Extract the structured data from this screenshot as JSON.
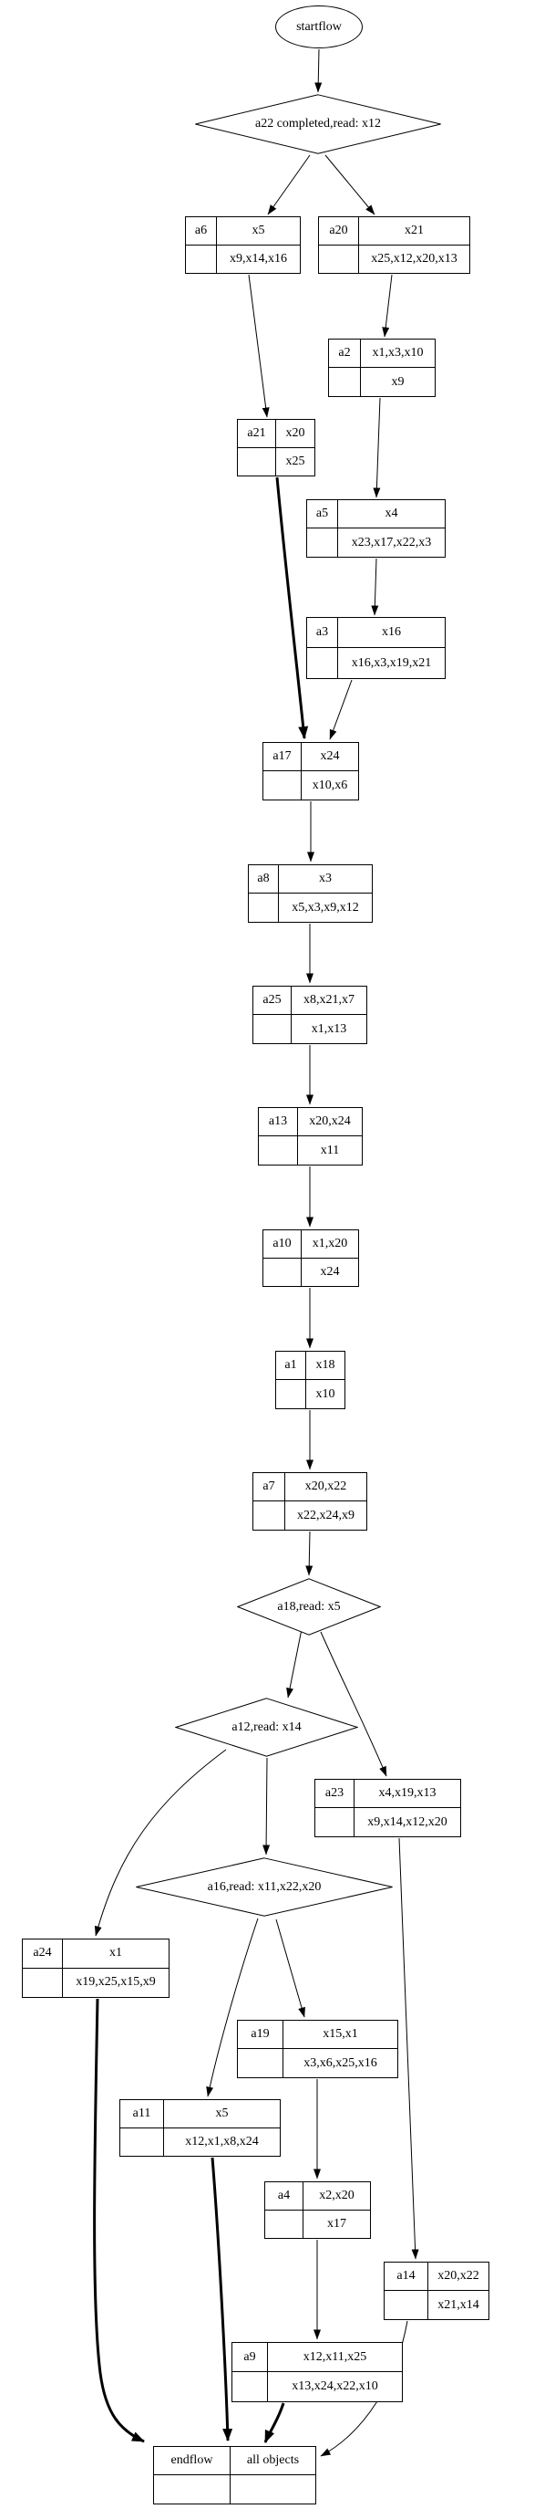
{
  "start": {
    "label": "startflow"
  },
  "end": {
    "id": "endflow",
    "value": "all objects"
  },
  "decisions": {
    "a22": "a22 completed,read: x12",
    "a18": "a18,read: x5",
    "a12": "a12,read: x14",
    "a16": "a16,read: x11,x22,x20"
  },
  "actions": {
    "a6": {
      "id": "a6",
      "reads": "x5",
      "writes": "x9,x14,x16"
    },
    "a20": {
      "id": "a20",
      "reads": "x21",
      "writes": "x25,x12,x20,x13"
    },
    "a2": {
      "id": "a2",
      "reads": "x1,x3,x10",
      "writes": "x9"
    },
    "a21": {
      "id": "a21",
      "reads": "x20",
      "writes": "x25"
    },
    "a5": {
      "id": "a5",
      "reads": "x4",
      "writes": "x23,x17,x22,x3"
    },
    "a3": {
      "id": "a3",
      "reads": "x16",
      "writes": "x16,x3,x19,x21"
    },
    "a17": {
      "id": "a17",
      "reads": "x24",
      "writes": "x10,x6"
    },
    "a8": {
      "id": "a8",
      "reads": "x3",
      "writes": "x5,x3,x9,x12"
    },
    "a25": {
      "id": "a25",
      "reads": "x8,x21,x7",
      "writes": "x1,x13"
    },
    "a13": {
      "id": "a13",
      "reads": "x20,x24",
      "writes": "x11"
    },
    "a10": {
      "id": "a10",
      "reads": "x1,x20",
      "writes": "x24"
    },
    "a1": {
      "id": "a1",
      "reads": "x18",
      "writes": "x10"
    },
    "a7": {
      "id": "a7",
      "reads": "x20,x22",
      "writes": "x22,x24,x9"
    },
    "a23": {
      "id": "a23",
      "reads": "x4,x19,x13",
      "writes": "x9,x14,x12,x20"
    },
    "a24": {
      "id": "a24",
      "reads": "x1",
      "writes": "x19,x25,x15,x9"
    },
    "a19": {
      "id": "a19",
      "reads": "x15,x1",
      "writes": "x3,x6,x25,x16"
    },
    "a11": {
      "id": "a11",
      "reads": "x5",
      "writes": "x12,x1,x8,x24"
    },
    "a4": {
      "id": "a4",
      "reads": "x2,x20",
      "writes": "x17"
    },
    "a14": {
      "id": "a14",
      "reads": "x20,x22",
      "writes": "x21,x14"
    },
    "a9": {
      "id": "a9",
      "reads": "x12,x11,x25",
      "writes": "x13,x24,x22,x10"
    }
  },
  "edges": [
    {
      "from": "startflow",
      "to": "a22",
      "bold": false
    },
    {
      "from": "a22",
      "to": "a6",
      "bold": false
    },
    {
      "from": "a22",
      "to": "a20",
      "bold": false
    },
    {
      "from": "a6",
      "to": "a21",
      "bold": false
    },
    {
      "from": "a20",
      "to": "a2",
      "bold": false
    },
    {
      "from": "a2",
      "to": "a5",
      "bold": false
    },
    {
      "from": "a5",
      "to": "a3",
      "bold": false
    },
    {
      "from": "a3",
      "to": "a17",
      "bold": false
    },
    {
      "from": "a21",
      "to": "a17",
      "bold": true
    },
    {
      "from": "a17",
      "to": "a8",
      "bold": false
    },
    {
      "from": "a8",
      "to": "a25",
      "bold": false
    },
    {
      "from": "a25",
      "to": "a13",
      "bold": false
    },
    {
      "from": "a13",
      "to": "a10",
      "bold": false
    },
    {
      "from": "a10",
      "to": "a1",
      "bold": false
    },
    {
      "from": "a1",
      "to": "a7",
      "bold": false
    },
    {
      "from": "a7",
      "to": "a18",
      "bold": false
    },
    {
      "from": "a18",
      "to": "a12",
      "bold": false
    },
    {
      "from": "a18",
      "to": "a23",
      "bold": false
    },
    {
      "from": "a12",
      "to": "a16",
      "bold": false
    },
    {
      "from": "a12",
      "to": "a24",
      "bold": false
    },
    {
      "from": "a16",
      "to": "a11",
      "bold": false
    },
    {
      "from": "a16",
      "to": "a19",
      "bold": false
    },
    {
      "from": "a19",
      "to": "a4",
      "bold": false
    },
    {
      "from": "a4",
      "to": "a9",
      "bold": false
    },
    {
      "from": "a23",
      "to": "a14",
      "bold": false
    },
    {
      "from": "a24",
      "to": "endflow",
      "bold": true
    },
    {
      "from": "a11",
      "to": "endflow",
      "bold": true
    },
    {
      "from": "a9",
      "to": "endflow",
      "bold": true
    },
    {
      "from": "a14",
      "to": "endflow",
      "bold": false
    }
  ]
}
